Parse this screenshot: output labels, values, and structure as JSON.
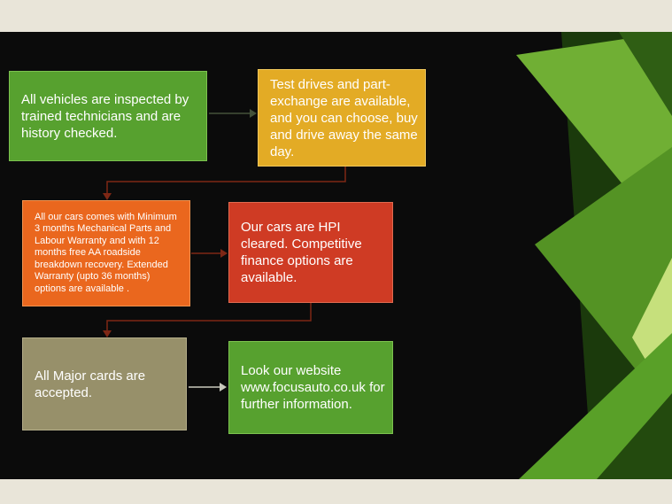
{
  "slide": {
    "background": "#0b0b0b",
    "frame_color": "#e9e5d9",
    "text_color": "#ffffff",
    "boxes": [
      {
        "name": "inspection",
        "text": "All vehicles are inspected by trained technicians and are history checked.",
        "bg": "#57a12f",
        "border": "#7cc24f"
      },
      {
        "name": "test-drive",
        "text": "Test drives and part-exchange are available, and you can choose, buy and drive away the same day.",
        "bg": "#e3ab25",
        "border": "#f0c75c"
      },
      {
        "name": "warranty",
        "text": "All our cars comes with Minimum 3 months Mechanical Parts and Labour Warranty and with 12 months free AA roadside breakdown recovery. Extended Warranty (upto 36 months) options are available .",
        "bg": "#ea671e",
        "border": "#f2934f"
      },
      {
        "name": "hpi-finance",
        "text": "Our cars are HPI cleared. Competitive finance options are available.",
        "bg": "#cf3b24",
        "border": "#e06a50"
      },
      {
        "name": "cards",
        "text": "All Major cards are accepted.",
        "bg": "#97906a",
        "border": "#b5ae8a"
      },
      {
        "name": "website",
        "text": "Look our website www.focusauto.co.uk for further information.",
        "bg": "#57a12f",
        "border": "#7cc24f"
      }
    ],
    "arrows": [
      {
        "name": "inspection-to-testdrive",
        "color": "#44523a"
      },
      {
        "name": "testdrive-to-warranty",
        "color": "#7e2715"
      },
      {
        "name": "warranty-to-hpi",
        "color": "#7e2715"
      },
      {
        "name": "hpi-to-cards",
        "color": "#7e2715"
      },
      {
        "name": "cards-to-website",
        "color": "#c9c9bd"
      }
    ],
    "decor_colors": [
      "#1b3a0c",
      "#70af34",
      "#2f5e14",
      "#549324",
      "#c6e07c",
      "#59a028",
      "#234a0e"
    ]
  }
}
